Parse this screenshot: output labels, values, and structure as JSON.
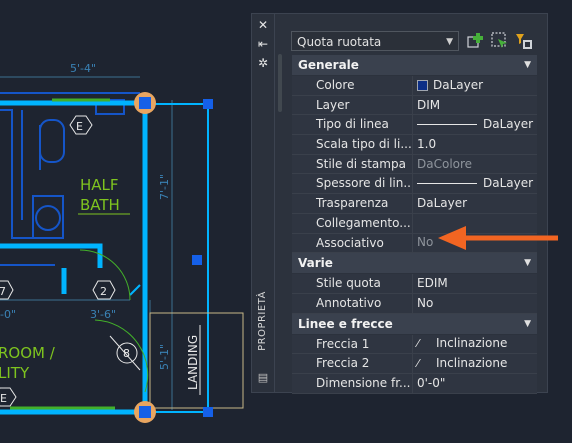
{
  "palette": {
    "title": "PROPRIETÀ",
    "object_selector": "Quota ruotata",
    "sections": [
      {
        "title": "Generale",
        "rows": [
          {
            "name": "Colore",
            "value": "DaLayer",
            "kind": "color",
            "swatch": "#0c2e86"
          },
          {
            "name": "Layer",
            "value": "DIM",
            "kind": "text"
          },
          {
            "name": "Tipo di linea",
            "value": "DaLayer",
            "kind": "line"
          },
          {
            "name": "Scala tipo di li...",
            "value": "1.0",
            "kind": "text"
          },
          {
            "name": "Stile di stampa",
            "value": "DaColore",
            "kind": "muted"
          },
          {
            "name": "Spessore di lin...",
            "value": "DaLayer",
            "kind": "line"
          },
          {
            "name": "Trasparenza",
            "value": "DaLayer",
            "kind": "text"
          },
          {
            "name": "Collegamento...",
            "value": "",
            "kind": "text"
          },
          {
            "name": "Associativo",
            "value": "No",
            "kind": "muted"
          }
        ]
      },
      {
        "title": "Varie",
        "rows": [
          {
            "name": "Stile quota",
            "value": "EDIM",
            "kind": "text"
          },
          {
            "name": "Annotativo",
            "value": "No",
            "kind": "text"
          }
        ]
      },
      {
        "title": "Linee e frecce",
        "rows": [
          {
            "name": "Freccia 1",
            "value": "Inclinazione",
            "kind": "arrow"
          },
          {
            "name": "Freccia 2",
            "value": "Inclinazione",
            "kind": "arrow"
          },
          {
            "name": "Dimensione  fr...",
            "value": "0'-0\"",
            "kind": "text"
          }
        ]
      }
    ]
  },
  "drawing": {
    "dim_top": "5'-4\"",
    "dim_right": "7'-1\"",
    "dim_bottom_right": "5'-1\"",
    "dim_bottom_left": "3'-6\"",
    "dim_left_partial": "-0\"",
    "room_half_bath": [
      "HALF",
      "BATH"
    ],
    "room_partial": [
      "ROOM /",
      "LITY"
    ],
    "landing": "LANDING",
    "tag_e1": "E",
    "tag_e2": "E",
    "tag_2": "2",
    "tag_7": "7",
    "tag_8": "8"
  },
  "colors": {
    "callout_arrow": "#f26522",
    "cyan": "#00b4ff",
    "green_text": "#7ec41f"
  }
}
